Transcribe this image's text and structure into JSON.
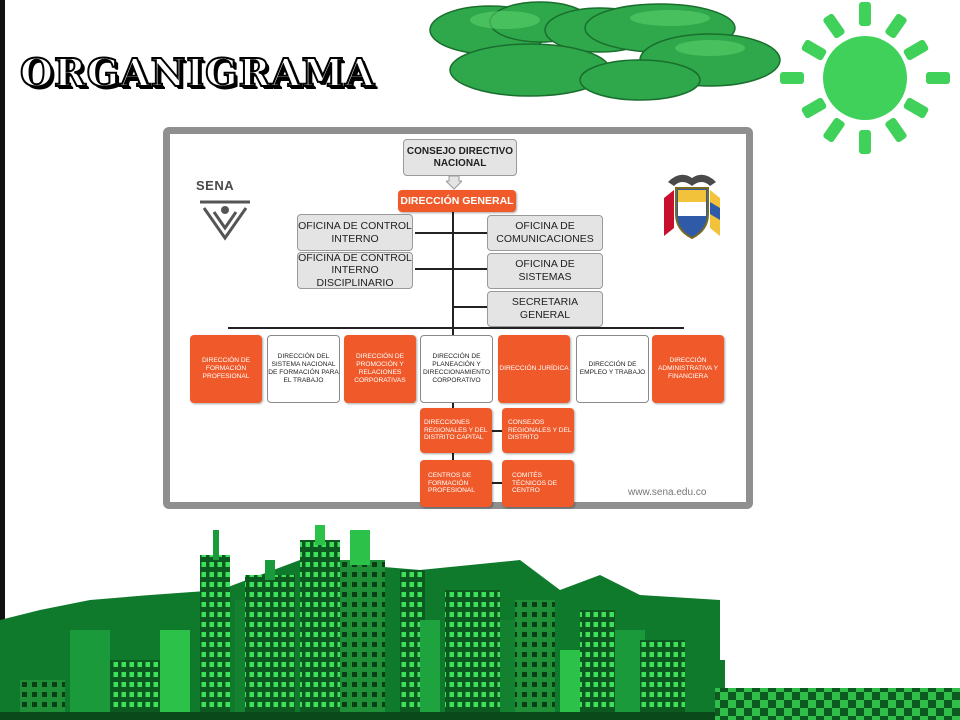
{
  "slide": {
    "title": "ORGANIGRAMA"
  },
  "logo": {
    "text": "SENA"
  },
  "footer": {
    "url": "www.sena.edu.co"
  },
  "org": {
    "consejo": "CONSEJO DIRECTIVO NACIONAL",
    "direccion_general": "DIRECCIÓN GENERAL",
    "control_interno": "OFICINA DE CONTROL INTERNO",
    "comunicaciones": "OFICINA DE COMUNICACIONES",
    "control_disciplinario": "OFICINA DE CONTROL INTERNO DISCIPLINARIO",
    "sistemas": "OFICINA DE SISTEMAS",
    "secretaria": "SECRETARIA GENERAL",
    "formacion": "DIRECCIÓN DE FORMACIÓN PROFESIONAL",
    "sistema_nacional": "DIRECCIÓN DEL SISTEMA NACIONAL DE FORMACIÓN PARA EL TRABAJO",
    "promocion": "DIRECCIÓN DE PROMOCIÓN Y RELACIONES CORPORATIVAS",
    "planeacion": "DIRECCIÓN DE PLANEACIÓN Y DIRECCIONAMIENTO CORPORATIVO",
    "juridica": "DIRECCIÓN JURÍDICA",
    "empleo": "DIRECCIÓN DE EMPLEO Y TRABAJO",
    "administrativa": "DIRECCIÓN ADMINISTRATIVA Y FINANCIERA",
    "regionales": "DIRECCIONES REGIONALES Y DEL DISTRITO CAPITAL",
    "consejos_regionales": "CONSEJOS REGIONALES Y DEL DISTRITO",
    "centros": "CENTROS DE FORMACIÓN PROFESIONAL",
    "comites": "COMITÉS TÉCNICOS DE CENTRO"
  },
  "colors": {
    "accent_orange": "#f05a2a",
    "green": "#2fbf4a",
    "dark_green": "#0e7a2a"
  }
}
